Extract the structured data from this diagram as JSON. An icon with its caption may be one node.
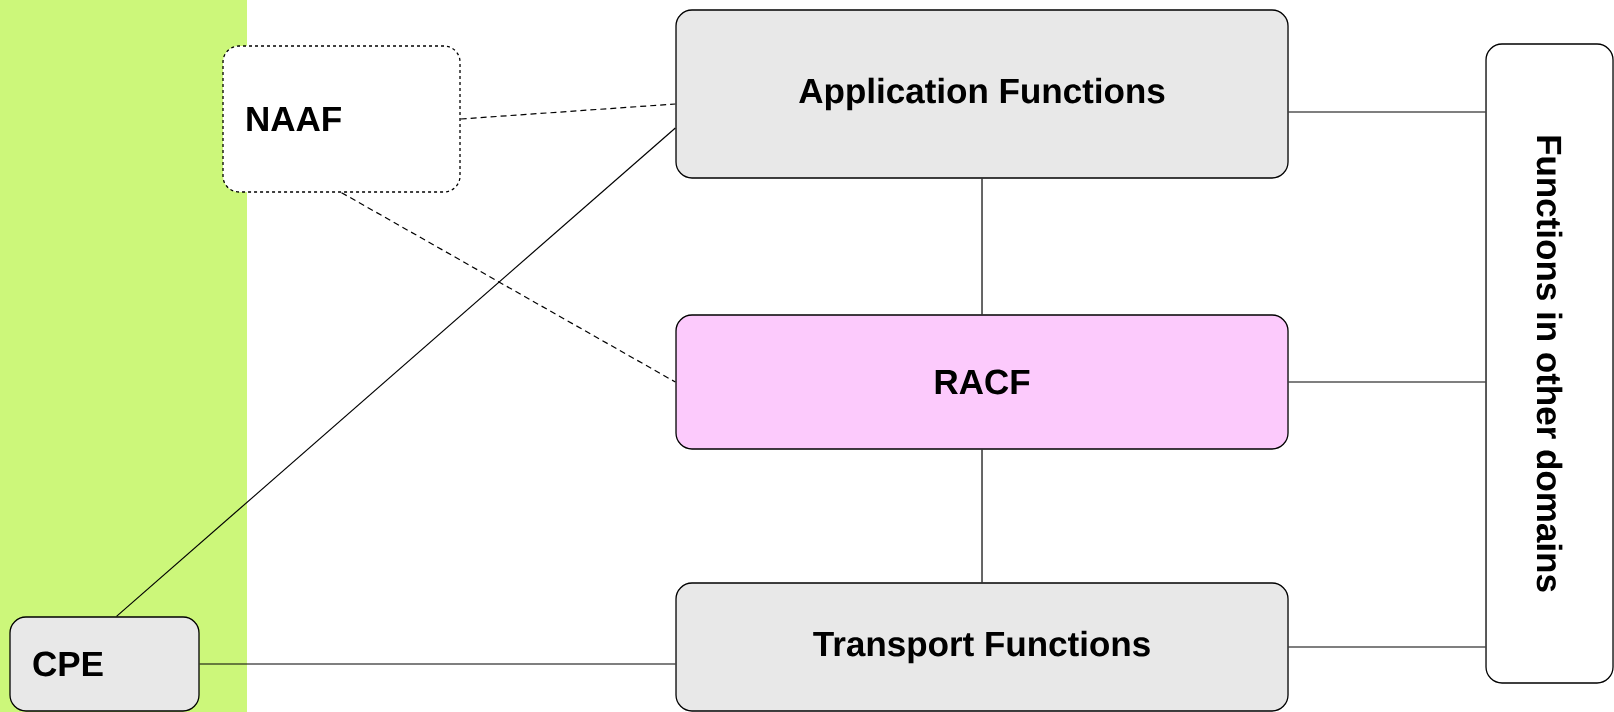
{
  "diagram": {
    "nodes": [
      {
        "text": [
          "Application Functions"
        ]
      },
      {
        "text": [
          "NAAF"
        ]
      },
      {
        "text": [
          "RACF"
        ]
      },
      {
        "text": [
          "Transport Functions"
        ]
      },
      {
        "text": [
          "CPE"
        ]
      },
      {
        "text": [
          "Functions in other domains"
        ]
      }
    ],
    "edges": [
      {
        "from": 1,
        "to": 0,
        "arrow": "none",
        "style": "dashed"
      },
      {
        "from": 1,
        "to": 2,
        "arrow": "none",
        "style": "dashed"
      },
      {
        "from": 4,
        "to": 0,
        "arrow": "none"
      },
      {
        "from": 4,
        "to": 3,
        "arrow": "none"
      },
      {
        "from": 0,
        "to": 2,
        "arrow": "none"
      },
      {
        "from": 2,
        "to": 3,
        "arrow": "none"
      },
      {
        "from": 0,
        "to": 5,
        "arrow": "none"
      },
      {
        "from": 2,
        "to": 5,
        "arrow": "none"
      },
      {
        "from": 3,
        "to": 5,
        "arrow": "none"
      }
    ]
  }
}
